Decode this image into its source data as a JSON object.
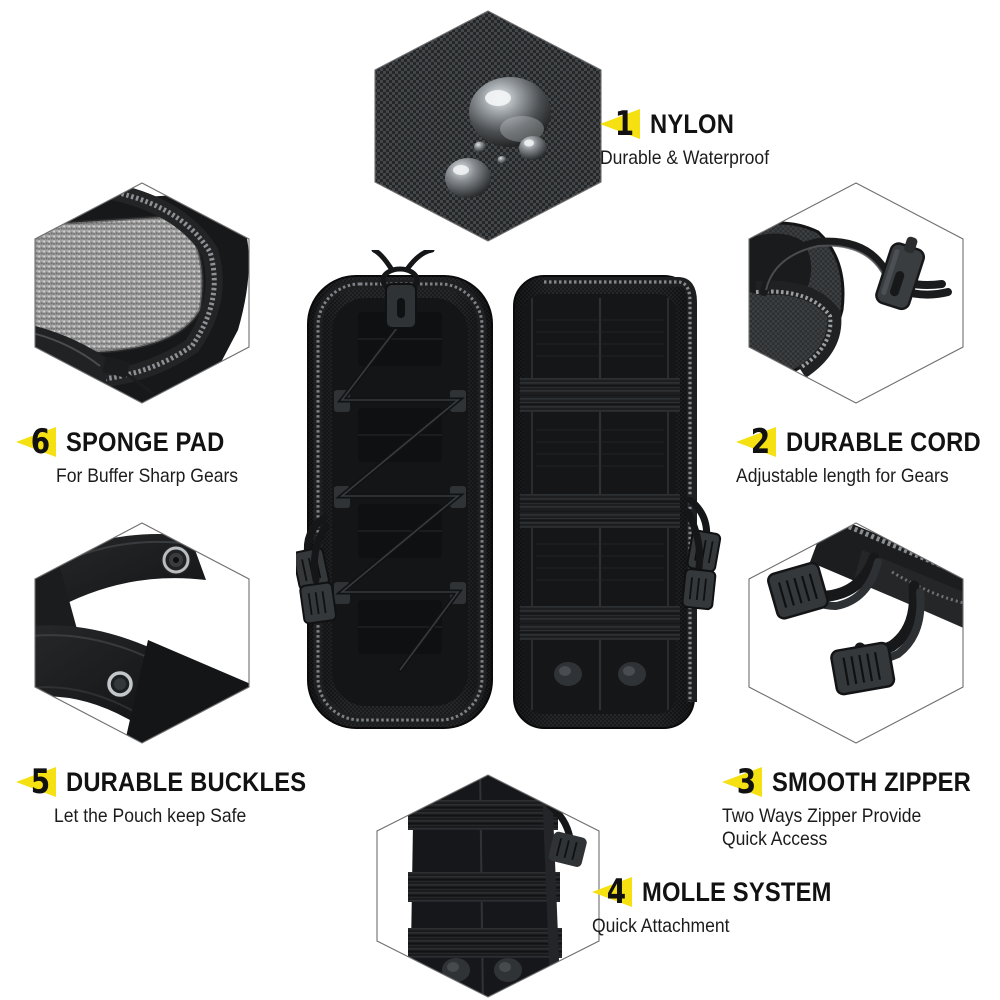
{
  "page": {
    "background": "#ffffff",
    "accent_color": "#f5e011",
    "text_color": "#121212",
    "frame_line_color": "#6f6f6f"
  },
  "callouts": [
    {
      "number": "1",
      "title": "NYLON",
      "subtitle_lines": [
        "Durable & Waterproof"
      ],
      "feature": "nylon-fabric"
    },
    {
      "number": "2",
      "title": "DURABLE CORD",
      "subtitle_lines": [
        "Adjustable length for Gears"
      ],
      "feature": "bungee-cord"
    },
    {
      "number": "3",
      "title": "SMOOTH ZIPPER",
      "subtitle_lines": [
        "Two Ways Zipper Provide",
        "Quick Access"
      ],
      "feature": "zipper-pulls"
    },
    {
      "number": "4",
      "title": "MOLLE SYSTEM",
      "subtitle_lines": [
        "Quick Attachment"
      ],
      "feature": "molle-webbing"
    },
    {
      "number": "5",
      "title": "DURABLE BUCKLES",
      "subtitle_lines": [
        "Let the Pouch keep Safe"
      ],
      "feature": "snap-buttons"
    },
    {
      "number": "6",
      "title": "SPONGE PAD",
      "subtitle_lines": [
        "For Buffer Sharp Gears"
      ],
      "feature": "sponge-padding"
    }
  ],
  "detail_photos": [
    {
      "name": "nylon-texture-waterdrops-photo",
      "position": "top-center"
    },
    {
      "name": "sponge-pad-photo",
      "position": "top-left"
    },
    {
      "name": "bungee-cord-lock-photo",
      "position": "right-upper"
    },
    {
      "name": "zipper-pulls-photo",
      "position": "right-lower"
    },
    {
      "name": "snap-buckle-straps-photo",
      "position": "left-lower"
    },
    {
      "name": "molle-webbing-photo",
      "position": "bottom-center"
    }
  ],
  "product_images": [
    {
      "name": "pouch-front-view",
      "description": "Black tactical pouch front with bungee lacing"
    },
    {
      "name": "pouch-back-view",
      "description": "Black tactical pouch back with MOLLE webbing"
    }
  ]
}
